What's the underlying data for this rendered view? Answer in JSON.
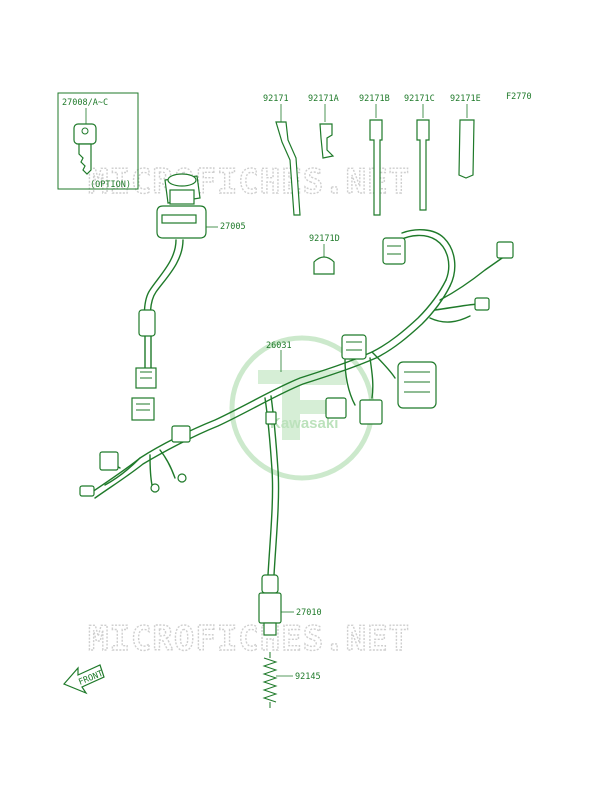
{
  "diagram": {
    "figure_code": "F2770",
    "accent_color": "#1f7a2a",
    "watermark_text": "MICROFICHES.NET",
    "logo_text": "Kawasaki",
    "key_box": {
      "part": "27008/A~C",
      "note": "(OPTION)"
    },
    "labels": {
      "ign_switch": "27005",
      "clamp_a": "92171",
      "clamp_b": "92171A",
      "clamp_c": "92171B",
      "clamp_d": "92171C",
      "clamp_e": "92171E",
      "clamp_f": "92171D",
      "harness": "26031",
      "sensor": "27010",
      "spring": "92145"
    },
    "front_arrow": "FRONT"
  }
}
